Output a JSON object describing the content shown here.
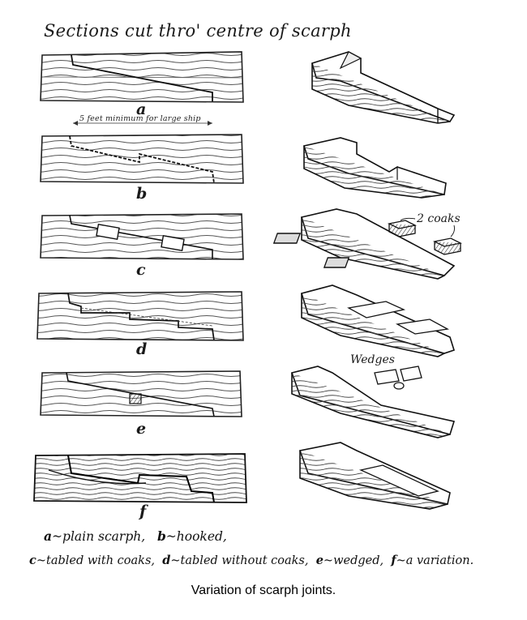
{
  "diagram": {
    "heading": "Sections cut thro' centre of scarph",
    "dimension_note": "5 feet minimum for large ship",
    "section_letters": [
      "a",
      "b",
      "c",
      "d",
      "e",
      "f"
    ],
    "coaks_label": "2 coaks",
    "wedges_label": "Wedges",
    "legend": {
      "line1": [
        {
          "letter": "a",
          "text": "plain scarph,"
        },
        {
          "letter": "b",
          "text": "hooked,"
        }
      ],
      "line2": [
        {
          "letter": "c",
          "text": "tabled with coaks,"
        },
        {
          "letter": "d",
          "text": "tabled without coaks,"
        },
        {
          "letter": "e",
          "text": "wedged,"
        },
        {
          "letter": "f",
          "text": "a variation."
        }
      ]
    }
  },
  "caption": "Variation of scarph joints."
}
